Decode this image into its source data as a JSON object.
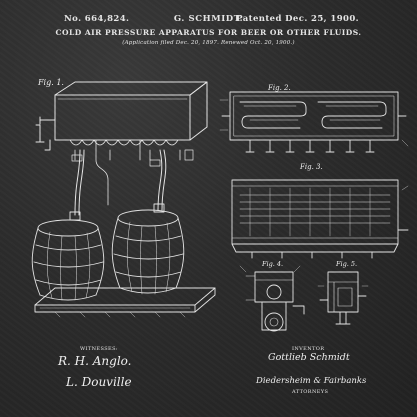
{
  "patent": {
    "number": "No. 664,824.",
    "inventor": "G. SCHMIDT.",
    "date": "Patented Dec. 25, 1900.",
    "title": "COLD AIR PRESSURE APPARATUS FOR BEER OR OTHER FLUIDS.",
    "application": "(Application filed Dec. 20, 1897. Renewed Oct. 20, 1900.)"
  },
  "figures": {
    "fig1": "Fig. 1.",
    "fig2": "Fig. 2.",
    "fig3": "Fig. 3.",
    "fig4": "Fig. 4.",
    "fig5": "Fig. 5."
  },
  "labels": {
    "witnesses": "WITNESSES:",
    "inventor": "INVENTOR",
    "attorneys": "ATTORNEYS"
  },
  "signatures": {
    "witness1": "R. H. Anglo.",
    "witness2": "L. Douville",
    "inventor_sig": "Gottlieb Schmidt",
    "attorney_sig": "Diedersheim & Fairbanks"
  },
  "colors": {
    "background": "#2b2b2b",
    "ink": "#e8e8e8"
  }
}
